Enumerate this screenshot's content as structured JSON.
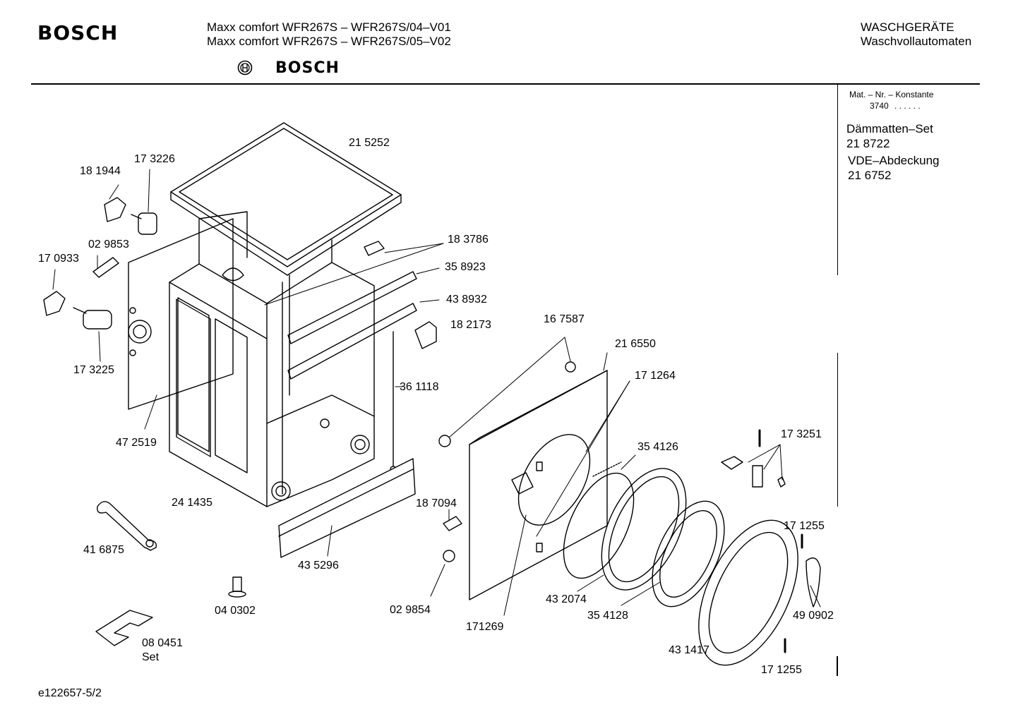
{
  "header": {
    "brand": "BOSCH",
    "model_lines": [
      "Maxx comfort WFR267S – WFR267S/04–V01",
      "Maxx comfort WFR267S – WFR267S/05–V02"
    ],
    "logo_text": "BOSCH",
    "category_lines": [
      "WASCHGERÄTE",
      "Waschvollautomaten"
    ]
  },
  "side_panel": {
    "constant_label": "Mat. – Nr. – Konstante",
    "constant_value": "3740",
    "constant_dots": ". .   . . . .",
    "items": [
      {
        "name": "Dämmatten–Set",
        "number": "21 8722"
      },
      {
        "name": "VDE–Abdeckung",
        "number": "21 6752"
      }
    ]
  },
  "part_labels": [
    "21 5252",
    "17 3226",
    "18 1944",
    "02 9853",
    "17 0933",
    "17 3225",
    "47 2519",
    "24 1435",
    "41 6875",
    "04 0302",
    "08 0451",
    "Set",
    "43 5296",
    "18 3786",
    "35 8923",
    "43 8932",
    "18 2173",
    "36 1118",
    "18 7094",
    "02 9854",
    "16 7587",
    "21 6550",
    "17 1264",
    "35 4126",
    "17 3251",
    "17 1255",
    "49 0902",
    "43 2074",
    "35 4128",
    "171269",
    "43 1417",
    "17 1255"
  ],
  "footer": {
    "drawing_id": "e122657-5/2"
  }
}
